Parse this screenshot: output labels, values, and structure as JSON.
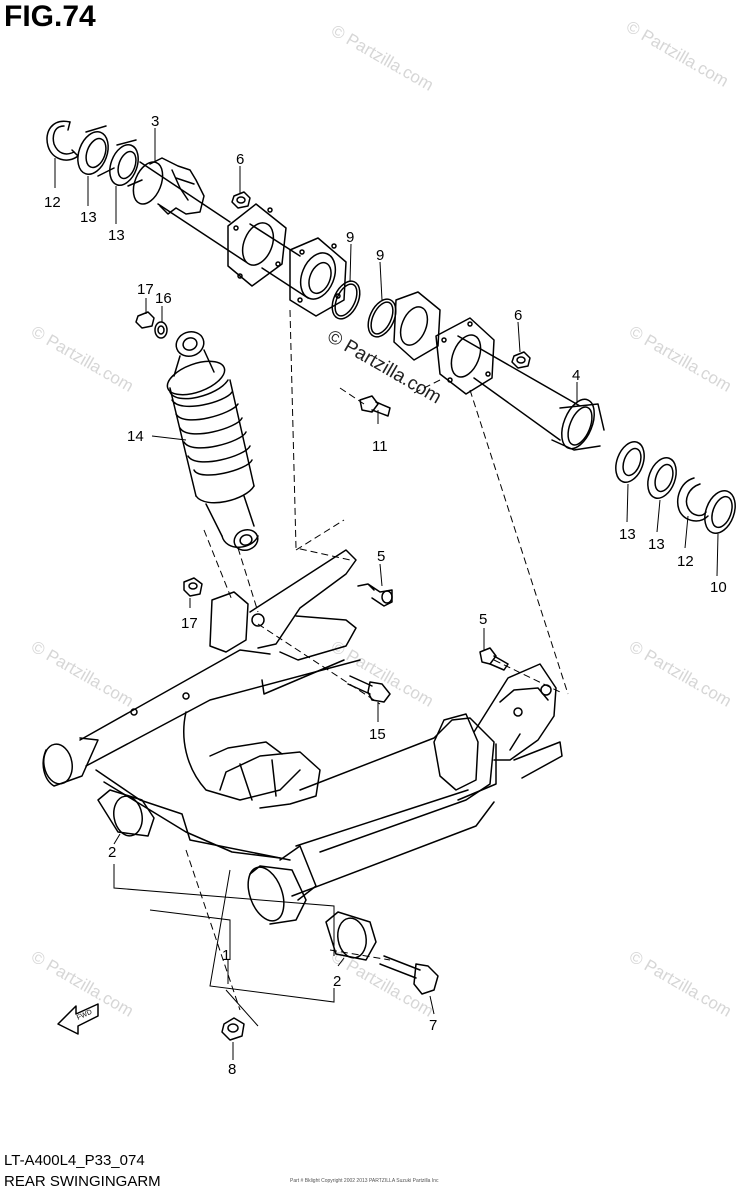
{
  "figure": {
    "title": "FIG.74",
    "model_code": "LT-A400L4_P33_074",
    "section_name": "REAR SWINGINGARM",
    "fwd_label": "FWD",
    "watermark_text": "© Partzilla.com",
    "center_watermark": "© Partzilla.com",
    "tiny_note": "Part # Bklight  Copyright 2002  2013 PARTZILLA  Suzuki  Partzilla Inc"
  },
  "callouts": [
    {
      "num": "1",
      "part": "swingarm"
    },
    {
      "num": "2",
      "part": "bushing-left"
    },
    {
      "num": "2",
      "part": "bushing-right"
    },
    {
      "num": "3",
      "part": "bearing-housing-left"
    },
    {
      "num": "4",
      "part": "bearing-housing-right"
    },
    {
      "num": "5",
      "part": "bolt-upper"
    },
    {
      "num": "5",
      "part": "bolt-right"
    },
    {
      "num": "6",
      "part": "nut-left"
    },
    {
      "num": "6",
      "part": "nut-right"
    },
    {
      "num": "7",
      "part": "pivot-bolt"
    },
    {
      "num": "8",
      "part": "pivot-nut"
    },
    {
      "num": "9",
      "part": "o-ring-left"
    },
    {
      "num": "9",
      "part": "o-ring-right"
    },
    {
      "num": "10",
      "part": "oil-seal"
    },
    {
      "num": "11",
      "part": "housing-bolt"
    },
    {
      "num": "12",
      "part": "circlip-left"
    },
    {
      "num": "12",
      "part": "circlip-right"
    },
    {
      "num": "13",
      "part": "bearing-left-outer"
    },
    {
      "num": "13",
      "part": "bearing-left-inner"
    },
    {
      "num": "13",
      "part": "bearing-right-inner"
    },
    {
      "num": "13",
      "part": "bearing-right-outer"
    },
    {
      "num": "14",
      "part": "shock-absorber"
    },
    {
      "num": "15",
      "part": "shock-lower-bolt"
    },
    {
      "num": "16",
      "part": "washer"
    },
    {
      "num": "17",
      "part": "shock-upper-nut"
    },
    {
      "num": "17",
      "part": "shock-lower-nut"
    }
  ],
  "colors": {
    "ink": "#000000",
    "watermark": "#d6d6d6",
    "paper": "#ffffff"
  }
}
